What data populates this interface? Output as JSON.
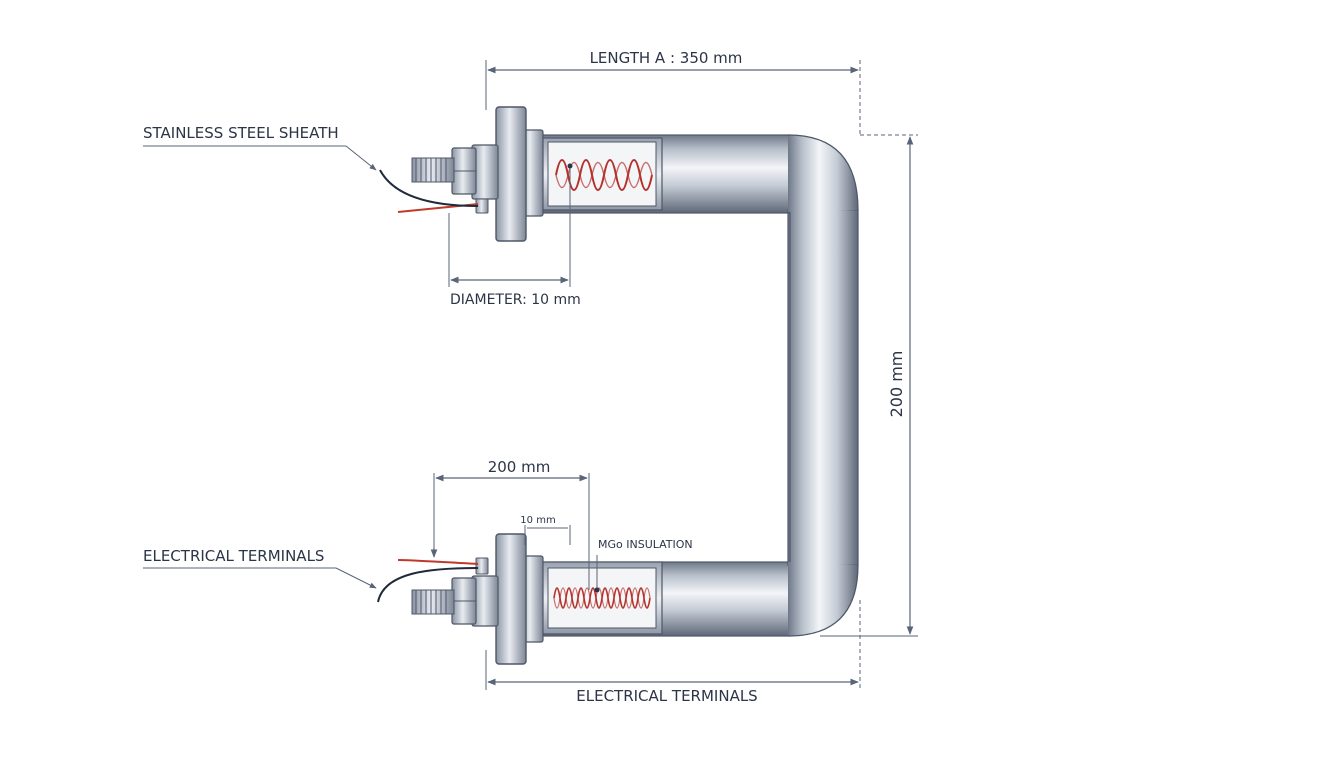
{
  "labels": {
    "length_a": "LENGTH A  : 350 mm",
    "sheath": "STAINLESS STEEL SHEATH",
    "diameter": "DIAMETER: 10 mm",
    "height": "200 mm",
    "lower_length": "200 mm",
    "lower_small": "10 mm",
    "insulation": "MGo INSULATION",
    "terminals_left": "ELECTRICAL TERMINALS",
    "terminals_bottom": "ELECTRICAL TERMINALS"
  },
  "colors": {
    "line": "#2b3547",
    "dim": "#5a6478",
    "steel_dark": "#6f7888",
    "steel_light": "#eef1f5",
    "coil": "#b5322c",
    "wire_red": "#c0392b",
    "wire_dark": "#1f2a3a"
  }
}
